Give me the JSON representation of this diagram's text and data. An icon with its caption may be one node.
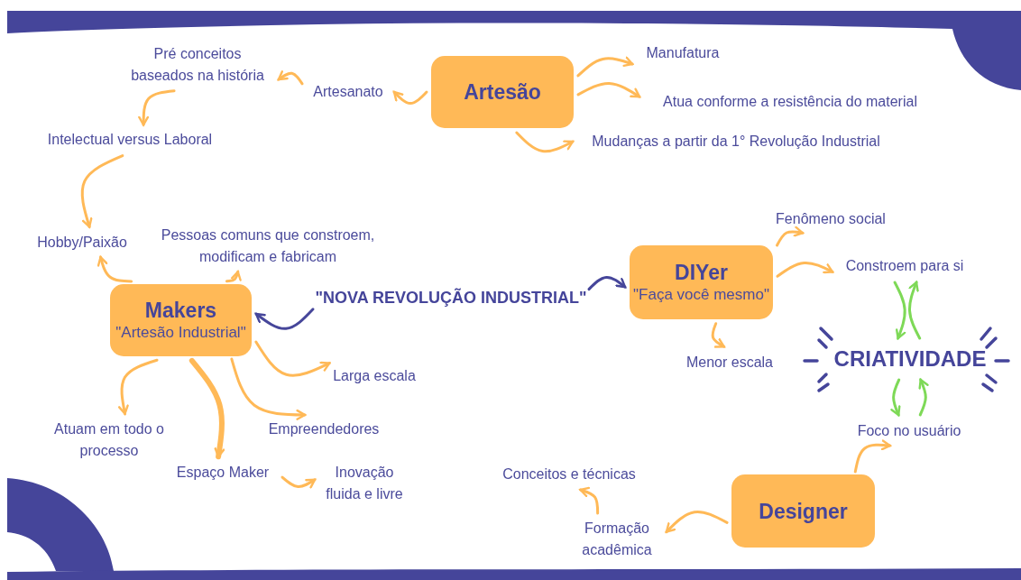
{
  "diagram": {
    "nodes": [
      {
        "text": [
          "Artesão"
        ]
      },
      {
        "text": [
          "Manufatura"
        ]
      },
      {
        "text": [
          "Atua conforme a resistência do material"
        ]
      },
      {
        "text": [
          "Mudanças a partir da 1° Revolução Industrial"
        ]
      },
      {
        "text": [
          "Artesanato"
        ]
      },
      {
        "text": [
          "Pré conceitos baseados na história"
        ]
      },
      {
        "text": [
          "Intelectual versus Laboral"
        ]
      },
      {
        "text": [
          "Hobby/Paixão"
        ]
      },
      {
        "text": [
          "Pessoas comuns que constroem, modificam e fabricam"
        ]
      },
      {
        "text": [
          "Makers",
          "\"Artesão Industrial\""
        ]
      },
      {
        "text": [
          "\"NOVA REVOLUÇÃO INDUSTRIAL\""
        ]
      },
      {
        "text": [
          "DIYer",
          "\"Faça você mesmo\""
        ]
      },
      {
        "text": [
          "Fenômeno social"
        ]
      },
      {
        "text": [
          "Constroem para si"
        ]
      },
      {
        "text": [
          "Larga escala"
        ]
      },
      {
        "text": [
          "Atuam em todo o processo"
        ]
      },
      {
        "text": [
          "Empreendedores"
        ]
      },
      {
        "text": [
          "Espaço Maker"
        ]
      },
      {
        "text": [
          "Inovação fluida e livre"
        ]
      },
      {
        "text": [
          "Menor escala"
        ]
      },
      {
        "text": [
          "CRIATIVIDADE"
        ]
      },
      {
        "text": [
          "Foco no usuário"
        ]
      },
      {
        "text": [
          "Conceitos e técnicas"
        ]
      },
      {
        "text": [
          "Designer"
        ]
      },
      {
        "text": [
          "Formação acadêmica"
        ]
      }
    ],
    "edges": [
      {
        "from": 0,
        "to": 4,
        "arrow": "to"
      },
      {
        "from": 4,
        "to": 5,
        "arrow": "to"
      },
      {
        "from": 5,
        "to": 6,
        "arrow": "to"
      },
      {
        "from": 6,
        "to": 7,
        "arrow": "to"
      },
      {
        "from": 0,
        "to": 1,
        "arrow": "to"
      },
      {
        "from": 0,
        "to": 2,
        "arrow": "to"
      },
      {
        "from": 0,
        "to": 3,
        "arrow": "to"
      },
      {
        "from": 9,
        "to": 7,
        "arrow": "to"
      },
      {
        "from": 9,
        "to": 8,
        "arrow": "to"
      },
      {
        "from": 10,
        "to": 9,
        "arrow": "to",
        "color": "#46469a"
      },
      {
        "from": 10,
        "to": 11,
        "arrow": "to",
        "color": "#46469a"
      },
      {
        "from": 11,
        "to": 12,
        "arrow": "to"
      },
      {
        "from": 11,
        "to": 13,
        "arrow": "to"
      },
      {
        "from": 11,
        "to": 19,
        "arrow": "to"
      },
      {
        "from": 9,
        "to": 14,
        "arrow": "to"
      },
      {
        "from": 9,
        "to": 15,
        "arrow": "to"
      },
      {
        "from": 9,
        "to": 17,
        "arrow": "to",
        "style": "thick"
      },
      {
        "from": 9,
        "to": 16,
        "arrow": "to"
      },
      {
        "from": 17,
        "to": 18,
        "arrow": "to"
      },
      {
        "from": 20,
        "to": 13,
        "arrow": "to",
        "color": "#7ed957"
      },
      {
        "from": 13,
        "to": 20,
        "arrow": "to",
        "color": "#7ed957"
      },
      {
        "from": 20,
        "to": 21,
        "arrow": "to",
        "color": "#7ed957"
      },
      {
        "from": 21,
        "to": 20,
        "arrow": "to",
        "color": "#7ed957"
      },
      {
        "from": 23,
        "to": 21,
        "arrow": "to"
      },
      {
        "from": 23,
        "to": 24,
        "arrow": "to"
      },
      {
        "from": 24,
        "to": 22,
        "arrow": "to"
      }
    ]
  }
}
